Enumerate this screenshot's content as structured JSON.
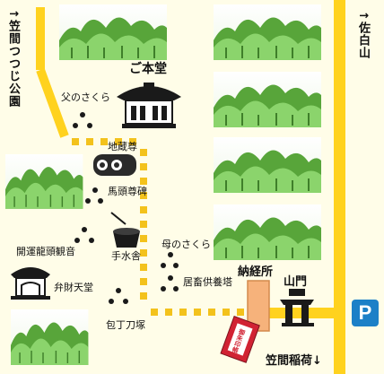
{
  "labels": {
    "kasama_tsutsuji": "↑笠間つつじ公園",
    "sashirayama": "↑佐白山",
    "honmon_hall": "ご本堂",
    "chichi_sakura": "父のさくら",
    "jizoson": "地蔵尊",
    "batosonhi": "馬頭尊碑",
    "kaiun_ryuzu_kannon": "開運龍頭観音",
    "chozuya": "手水舎",
    "benzaiten": "弁財天堂",
    "haha_sakura": "母のさくら",
    "kyochiku_kuyoto": "居畜供養塔",
    "nokyosho": "納経所",
    "sanmon": "山門",
    "hocho_tozuka": "包丁刀塚",
    "kasama_inari": "笠間稲荷↓",
    "parking": "P",
    "goshuincho": "御朱印帳"
  },
  "colors": {
    "background": "#fffde8",
    "main_road": "#ffd21e",
    "dotted_path": "#f3c21c",
    "forest_light": "#8bd46c",
    "forest_dark": "#58a53a",
    "nokyosho_fill": "#f6b27b",
    "parking_blue": "#1c80c7",
    "goshuin_red": "#d12233"
  }
}
